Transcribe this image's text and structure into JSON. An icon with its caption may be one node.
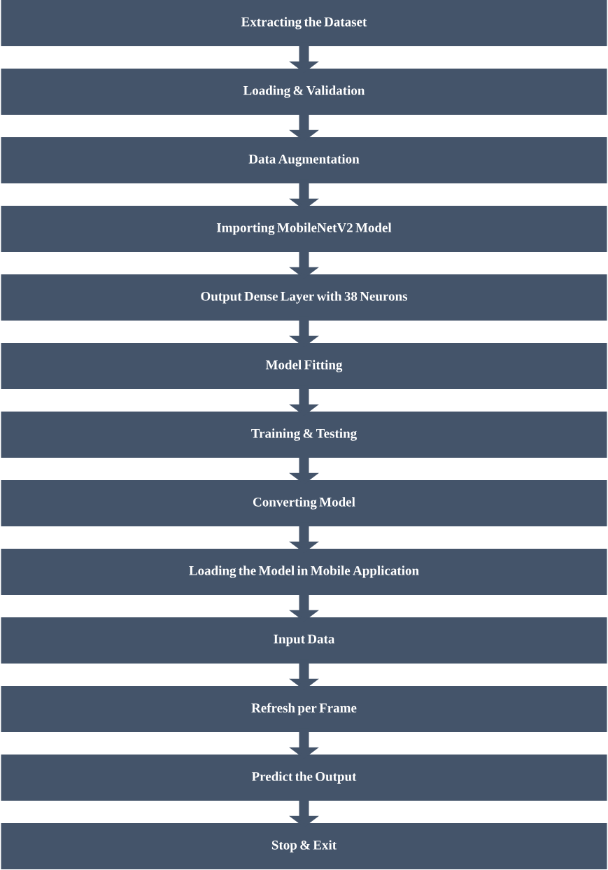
{
  "diagram": {
    "nodes": [
      {
        "text": [
          "Extracting the Dataset"
        ]
      },
      {
        "text": [
          "Loading & Validation"
        ]
      },
      {
        "text": [
          "Data Augmentation"
        ]
      },
      {
        "text": [
          "Importing MobileNetV2 Model"
        ]
      },
      {
        "text": [
          "Output Dense Layer with 38 Neurons"
        ]
      },
      {
        "text": [
          "Model Fitting"
        ]
      },
      {
        "text": [
          "Training & Testing"
        ]
      },
      {
        "text": [
          "Converting Model"
        ]
      },
      {
        "text": [
          "Loading the Model in Mobile Application"
        ]
      },
      {
        "text": [
          "Input Data"
        ]
      },
      {
        "text": [
          "Refresh per Frame"
        ]
      },
      {
        "text": [
          "Predict the Output"
        ]
      },
      {
        "text": [
          "Stop & Exit"
        ]
      }
    ],
    "edges": [
      {
        "from": 0,
        "to": 1,
        "arrow": "to"
      },
      {
        "from": 1,
        "to": 2,
        "arrow": "to"
      },
      {
        "from": 2,
        "to": 3,
        "arrow": "to"
      },
      {
        "from": 3,
        "to": 4,
        "arrow": "to"
      },
      {
        "from": 4,
        "to": 5,
        "arrow": "to"
      },
      {
        "from": 5,
        "to": 6,
        "arrow": "to"
      },
      {
        "from": 6,
        "to": 7,
        "arrow": "to"
      },
      {
        "from": 7,
        "to": 8,
        "arrow": "to"
      },
      {
        "from": 8,
        "to": 9,
        "arrow": "to"
      },
      {
        "from": 9,
        "to": 10,
        "arrow": "to"
      },
      {
        "from": 10,
        "to": 11,
        "arrow": "to"
      },
      {
        "from": 11,
        "to": 12,
        "arrow": "to"
      }
    ]
  }
}
